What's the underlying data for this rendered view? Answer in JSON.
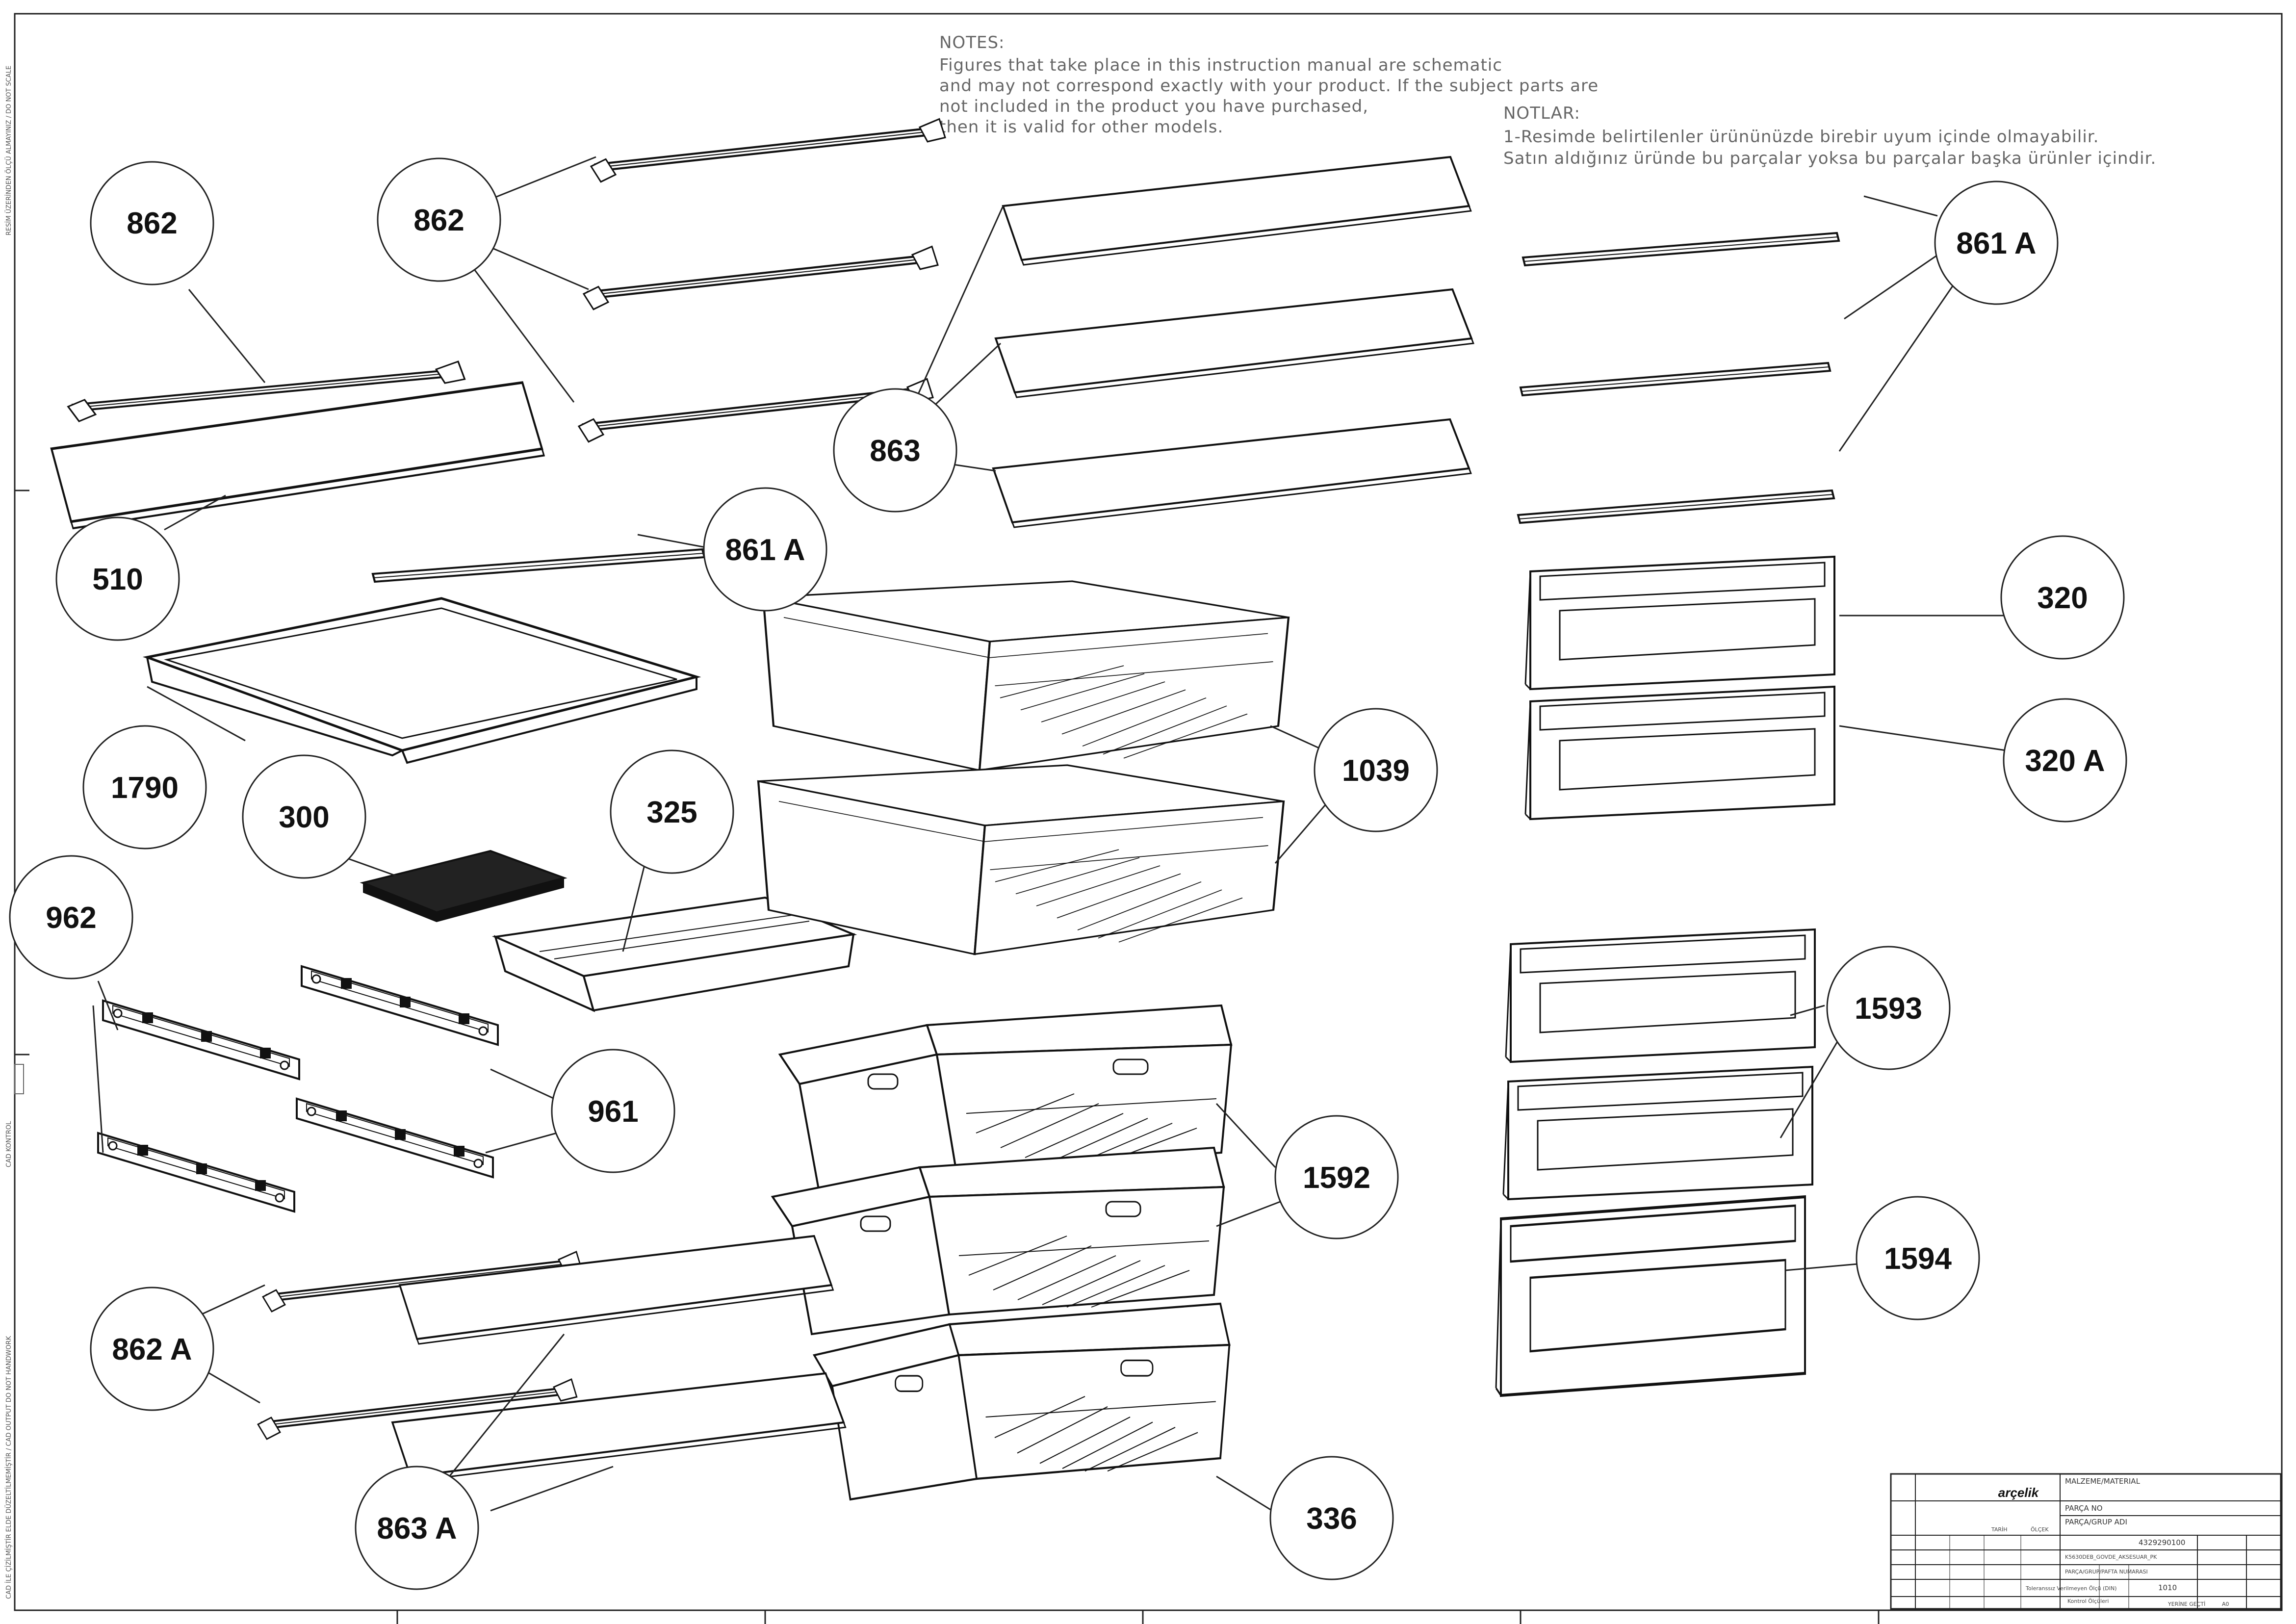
{
  "notes": {
    "title": "NOTES:",
    "lines": [
      "Figures that take place in this instruction manual are schematic",
      " and may not correspond exactly with your product. If the subject parts are",
      "not included in the product you have purchased,",
      "then it is valid for other models."
    ]
  },
  "notlar": {
    "title": "NOTLAR:",
    "lines": [
      "1-Resimde belirtilenler ürününüzde birebir  uyum içinde olmayabilir.",
      "Satın aldığınız üründe bu parçalar yoksa bu parçalar başka ürünler içindir."
    ]
  },
  "callouts": {
    "c862a": "862",
    "c862b": "862",
    "c863": "863",
    "c861a_top": "861 A",
    "c510": "510",
    "c861a_mid": "861 A",
    "c320": "320",
    "c1790": "1790",
    "c1039": "1039",
    "c320a": "320 A",
    "c300": "300",
    "c325": "325",
    "c962": "962",
    "c961": "961",
    "c1593": "1593",
    "c1592": "1592",
    "c1594": "1594",
    "c862a_low": "862 A",
    "c863a": "863 A",
    "c336": "336"
  },
  "side_labels": {
    "top": "RESİM ÜZERİNDEN ÖLÇÜ ALMAYINIZ / DO NOT SCALE",
    "mid": "CAD KONTROL",
    "bottom": "CAD İLE ÇİZİLMİŞTİR ELDE DÜZELTİLMEMİŞTİR / CAD OUTPUT DO NOT HANDWORK"
  },
  "title_block": {
    "brand": "arçelik",
    "material_label": "MALZEME/MATERIAL",
    "part_no_label": "PARÇA NO",
    "part_group_label": "PARÇA/GRUP ADI",
    "part_no": "4329290100",
    "part_name": "K5630DEB_GOVDE_AKSESUAR_PK",
    "drawing_no_label": "PARÇA/GRUP/PAFTA NUMARASI",
    "drawing_no": "1010",
    "date_label": "TARİH",
    "scale_label": "ÖLÇEK",
    "tolerance_label": "Toleranssız Verilmeyen Ölçü (DIN)",
    "control_label": "Kontrol Ölçüleri",
    "sheet_label": "YERİNE GEÇTİ",
    "sheet_size": "A0"
  }
}
